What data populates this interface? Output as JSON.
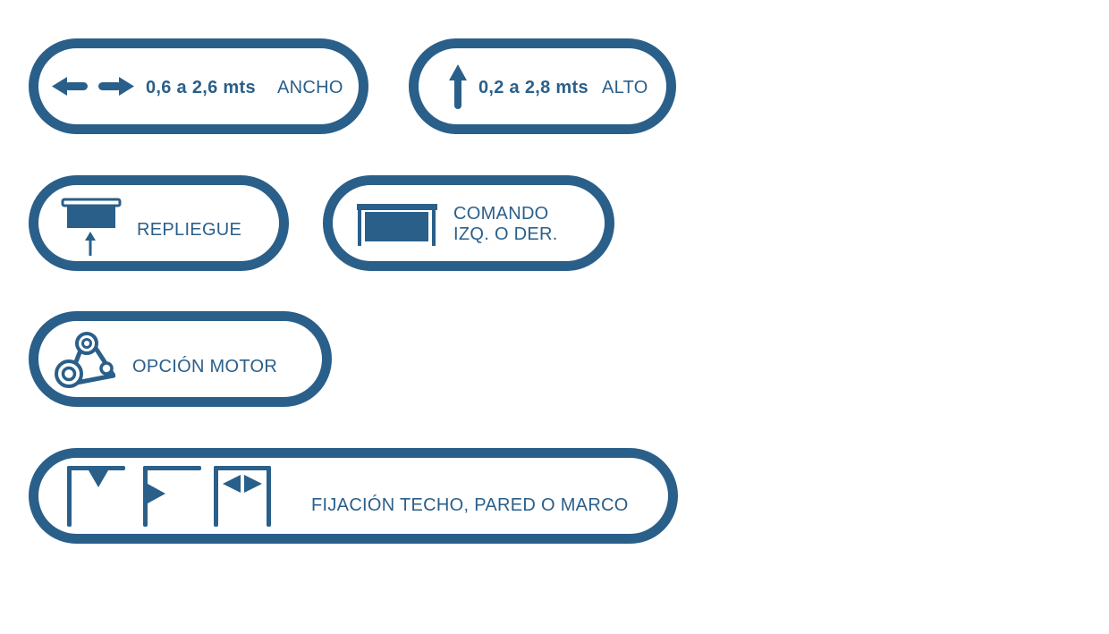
{
  "brand_color": "#2a5f8a",
  "features": {
    "width": {
      "range": "0,6  a 2,6 mts",
      "label": "ANCHO",
      "icon": "horizontal-arrows-icon"
    },
    "height": {
      "range": "0,2 a 2,8 mts",
      "label": "ALTO",
      "icon": "up-arrow-icon"
    },
    "fold": {
      "label": "REPLIEGUE",
      "icon": "roller-blind-up-icon"
    },
    "control": {
      "line1": "COMANDO",
      "line2": "IZQ. O DER.",
      "icon": "blind-frame-icon"
    },
    "motor": {
      "label": "OPCIÓN MOTOR",
      "icon": "belt-pulley-icon"
    },
    "mount": {
      "label": "FIJACIÓN TECHO, PARED O MARCO",
      "icons": [
        "ceiling-mount-icon",
        "wall-mount-icon",
        "frame-mount-icon"
      ]
    }
  }
}
